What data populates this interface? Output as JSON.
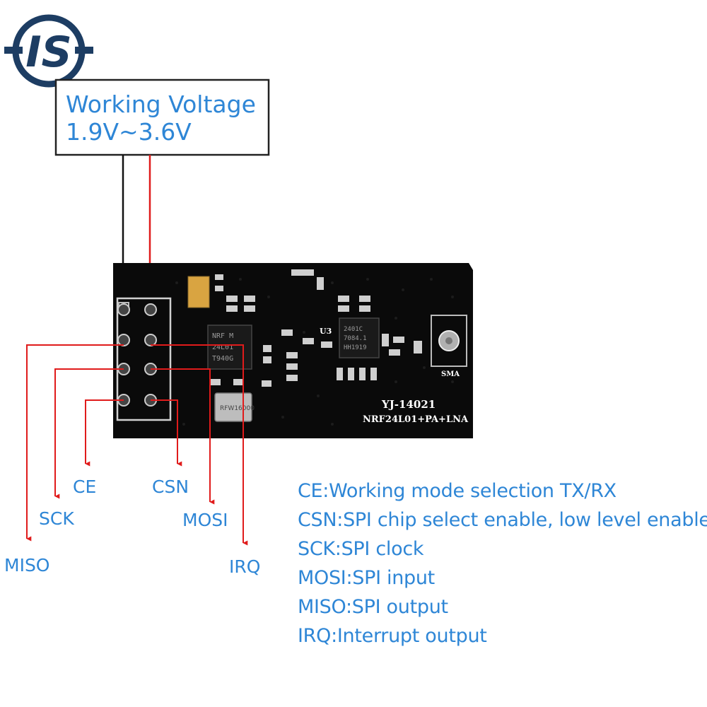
{
  "logo": {
    "text": "IS",
    "color": "#1d3d63"
  },
  "voltage_box": {
    "title": "Working Voltage",
    "range": "1.9V~3.6V"
  },
  "board": {
    "silkscreen_model": "YJ-14021",
    "silkscreen_name": "NRF24L01+PA+LNA",
    "u3_label": "U3",
    "antenna_label": "SMA",
    "chip1_lines": [
      "NRF M",
      "24L01",
      "T940G"
    ],
    "chip2_lines": [
      "2401C",
      "7084.1",
      "HH1919"
    ],
    "crystal_label": "RFW16000"
  },
  "pin_labels": {
    "ce": "CE",
    "csn": "CSN",
    "sck": "SCK",
    "mosi": "MOSI",
    "miso": "MISO",
    "irq": "IRQ"
  },
  "legend": [
    "CE:Working mode selection TX/RX",
    "CSN:SPI chip select enable, low level enable",
    "SCK:SPI clock",
    "MOSI:SPI input",
    "MISO:SPI output",
    "IRQ:Interrupt output"
  ],
  "colors": {
    "label_blue": "#2e86d6",
    "wire_red": "#e01b1b",
    "wire_black": "#111111",
    "pcb_black": "#0a0a0a"
  }
}
